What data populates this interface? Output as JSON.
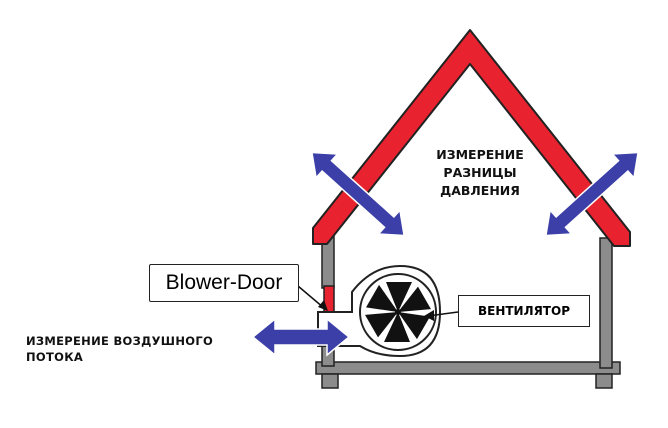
{
  "labels": {
    "pressure_line1": "ИЗМЕРЕНИЕ",
    "pressure_line2": "РАЗНИЦЫ",
    "pressure_line3": "ДАВЛЕНИЯ",
    "blower_door": "Blower-Door",
    "fan": "ВЕНТИЛЯТОР",
    "airflow_line1": "ИЗМЕРЕНИЕ ВОЗДУШНОГО",
    "airflow_line2": "ПОТОКА"
  },
  "colors": {
    "roof": "#e8222e",
    "walls": "#8c8c8c",
    "arrows": "#3c3fa8",
    "door": "#e8222e"
  }
}
